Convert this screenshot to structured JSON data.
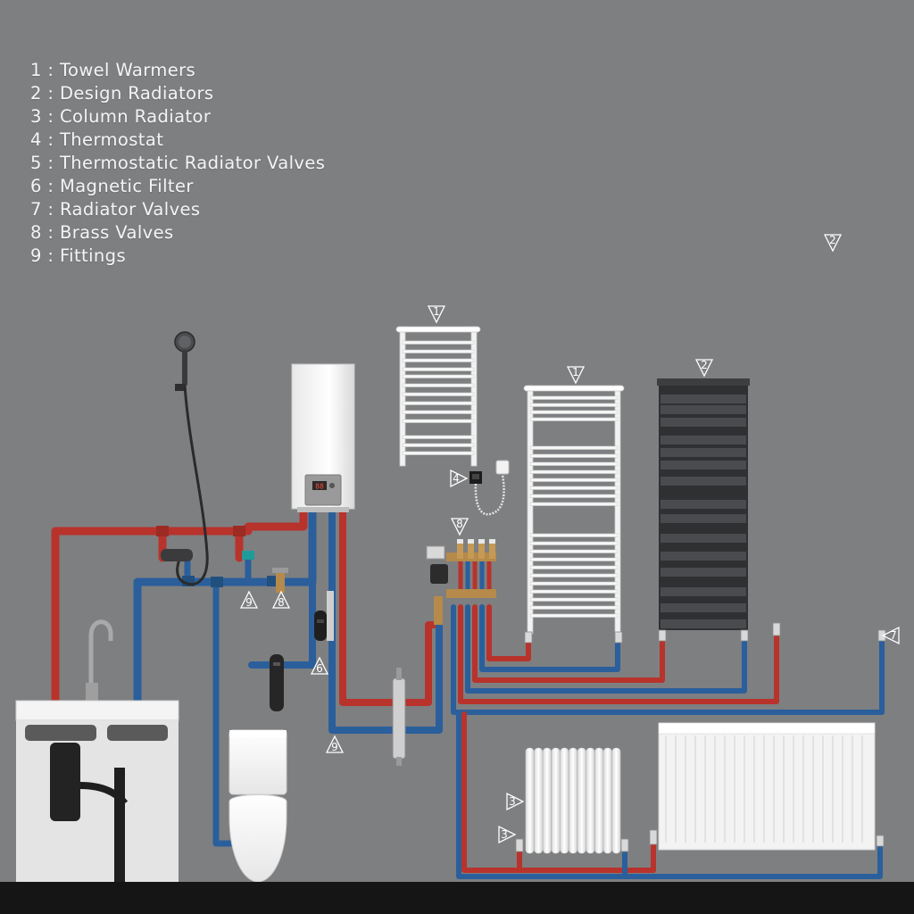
{
  "legend": {
    "items": [
      {
        "number": "1",
        "label": "Towel Warmers"
      },
      {
        "number": "2",
        "label": "Design Radiators"
      },
      {
        "number": "3",
        "label": "Column Radiator"
      },
      {
        "number": "4",
        "label": "Thermostat"
      },
      {
        "number": "5",
        "label": "Thermostatic Radiator Valves"
      },
      {
        "number": "6",
        "label": "Magnetic Filter"
      },
      {
        "number": "7",
        "label": "Radiator Valves"
      },
      {
        "number": "8",
        "label": "Brass Valves"
      },
      {
        "number": "9",
        "label": "Fittings"
      }
    ],
    "separator": " : "
  },
  "badges": {
    "towel_warmer_top": "1",
    "towel_warmer_mid": "1",
    "design_radiator_black": "2",
    "design_radiator_white": "2",
    "column_radiator_label": "3",
    "column_radiator_valve": "3",
    "thermostat": "4",
    "magnetic_filter": "6",
    "radiator_valve_right": "7",
    "brass_valves_manifold": "8",
    "brass_valve_left": "8",
    "fittings_upper": "9",
    "fittings_lower": "9"
  },
  "boiler_display": "88",
  "colors": {
    "wall": "#7e7f81",
    "hot_pipe": "#b8332b",
    "cold_pipe": "#2a5f9c",
    "radiator_white": "#f3f3f3",
    "radiator_black": "#3a3b3d",
    "floor": "#151515",
    "brass": "#b58a4a"
  }
}
